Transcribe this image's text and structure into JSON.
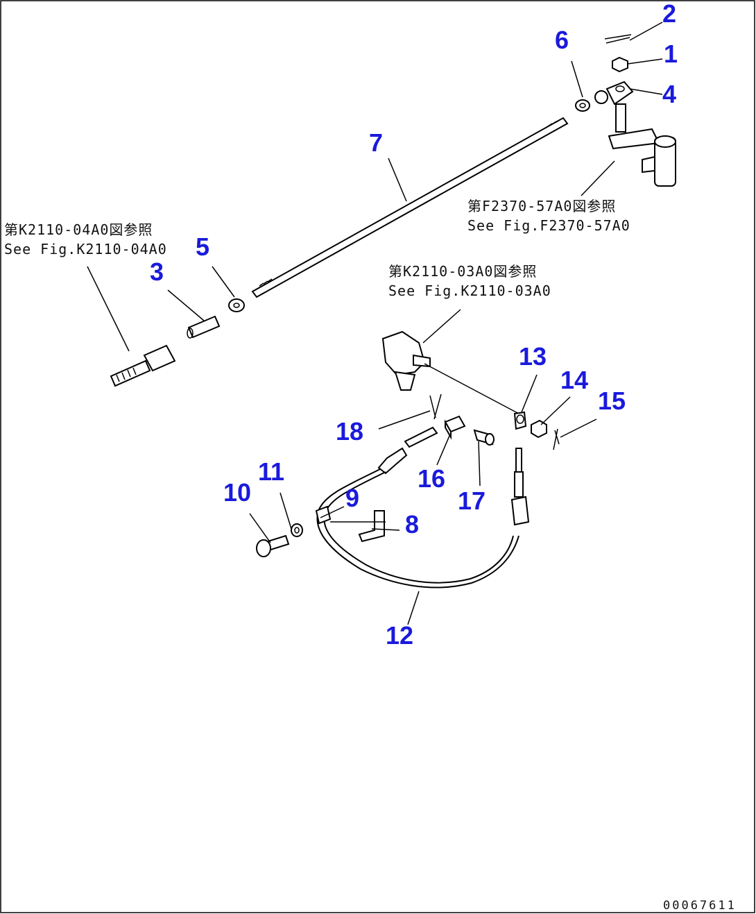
{
  "callouts": [
    {
      "id": "1",
      "label": "1"
    },
    {
      "id": "2",
      "label": "2"
    },
    {
      "id": "3",
      "label": "3"
    },
    {
      "id": "4",
      "label": "4"
    },
    {
      "id": "5",
      "label": "5"
    },
    {
      "id": "6",
      "label": "6"
    },
    {
      "id": "7",
      "label": "7"
    },
    {
      "id": "8",
      "label": "8"
    },
    {
      "id": "9",
      "label": "9"
    },
    {
      "id": "10",
      "label": "10"
    },
    {
      "id": "11",
      "label": "11"
    },
    {
      "id": "12",
      "label": "12"
    },
    {
      "id": "13",
      "label": "13"
    },
    {
      "id": "14",
      "label": "14"
    },
    {
      "id": "15",
      "label": "15"
    },
    {
      "id": "16",
      "label": "16"
    },
    {
      "id": "17",
      "label": "17"
    },
    {
      "id": "18",
      "label": "18"
    }
  ],
  "references": {
    "k2110_04a0": {
      "jp": "第K2110-04A0図参照",
      "en": "See Fig.K2110-04A0"
    },
    "f2370_57a0": {
      "jp": "第F2370-57A0図参照",
      "en": "See Fig.F2370-57A0"
    },
    "k2110_03a0": {
      "jp": "第K2110-03A0図参照",
      "en": "See Fig.K2110-03A0"
    }
  },
  "drawing_code": "00067611"
}
